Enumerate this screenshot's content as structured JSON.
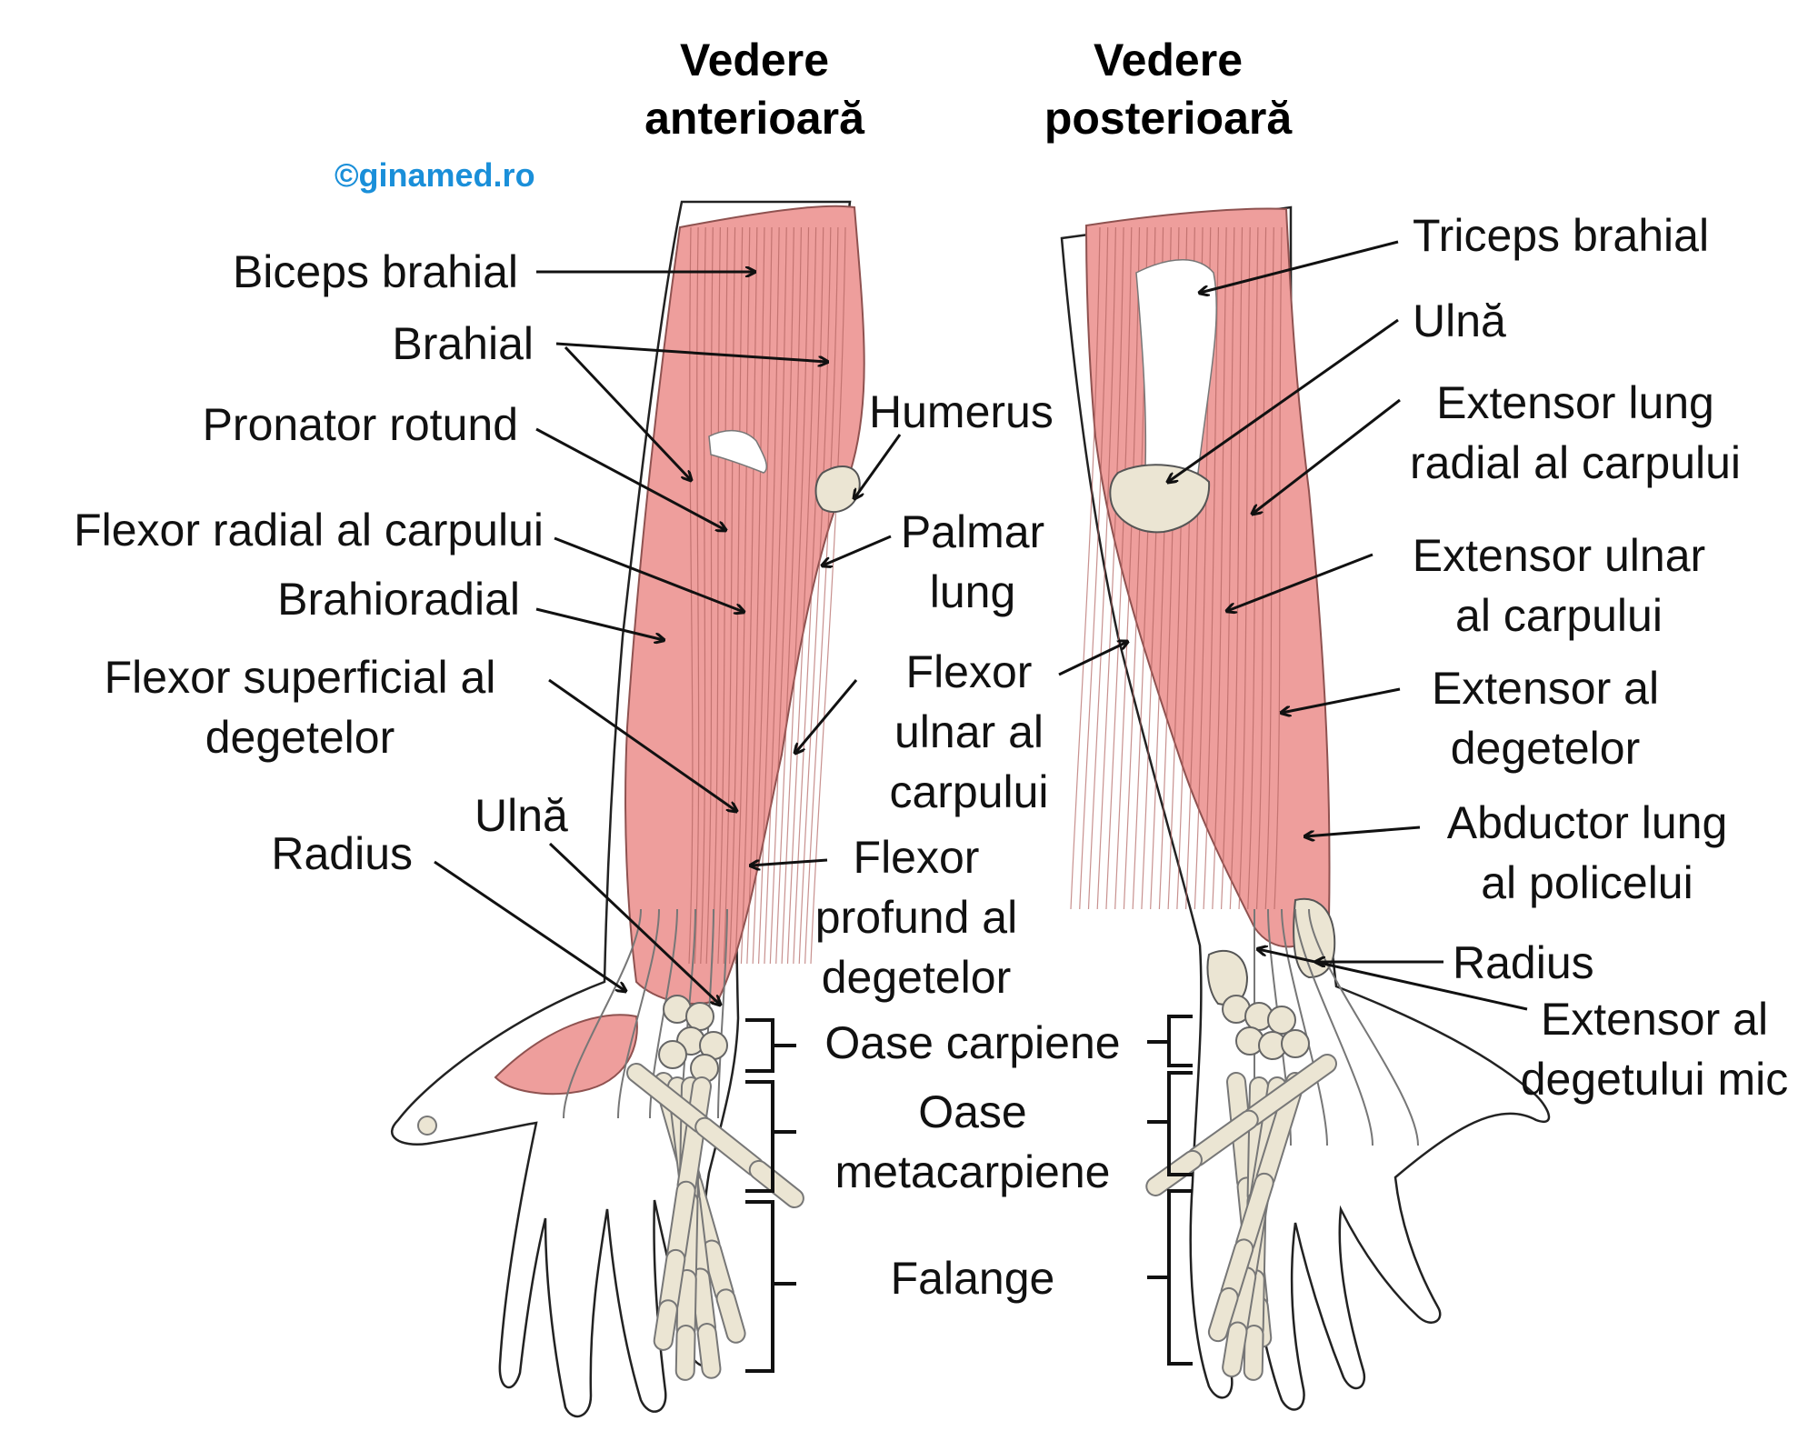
{
  "watermark": "©ginamed.ro",
  "views": {
    "anterior": {
      "title_line1": "Vedere",
      "title_line2": "anterioară"
    },
    "posterior": {
      "title_line1": "Vedere",
      "title_line2": "posterioară"
    }
  },
  "anterior_labels": {
    "biceps_brahial": "Biceps brahial",
    "brahial": "Brahial",
    "pronator_rotund": "Pronator rotund",
    "flexor_radial_carp": "Flexor radial al carpului",
    "brahioradial": "Brahioradial",
    "flexor_superficial_line1": "Flexor superficial al",
    "flexor_superficial_line2": "degetelor",
    "radius": "Radius",
    "ulna": "Ulnă",
    "humerus": "Humerus",
    "palmar_line1": "Palmar",
    "palmar_line2": "lung",
    "flexor_ulnar_line1": "Flexor",
    "flexor_ulnar_line2": "ulnar al",
    "flexor_ulnar_line3": "carpului",
    "flexor_profund_line1": "Flexor",
    "flexor_profund_line2": "profund al",
    "flexor_profund_line3": "degetelor"
  },
  "bone_groups": {
    "carpiene": "Oase carpiene",
    "metacarpiene_line1": "Oase",
    "metacarpiene_line2": "metacarpiene",
    "falange": "Falange"
  },
  "posterior_labels": {
    "triceps_brahial": "Triceps brahial",
    "ulna": "Ulnă",
    "extensor_lung_radial_line1": "Extensor lung",
    "extensor_lung_radial_line2": "radial al carpului",
    "extensor_ulnar_line1": "Extensor ulnar",
    "extensor_ulnar_line2": "al carpului",
    "extensor_degetelor_line1": "Extensor al",
    "extensor_degetelor_line2": "degetelor",
    "abductor_line1": "Abductor lung",
    "abductor_line2": "al policelui",
    "radius": "Radius",
    "extensor_mic_line1": "Extensor al",
    "extensor_mic_line2": "degetului mic"
  },
  "colors": {
    "muscle": "#ee9e9c",
    "muscle_line": "#b0625f",
    "bone": "#ebe5d3",
    "outline": "#222222",
    "watermark": "#1a8fd9"
  }
}
